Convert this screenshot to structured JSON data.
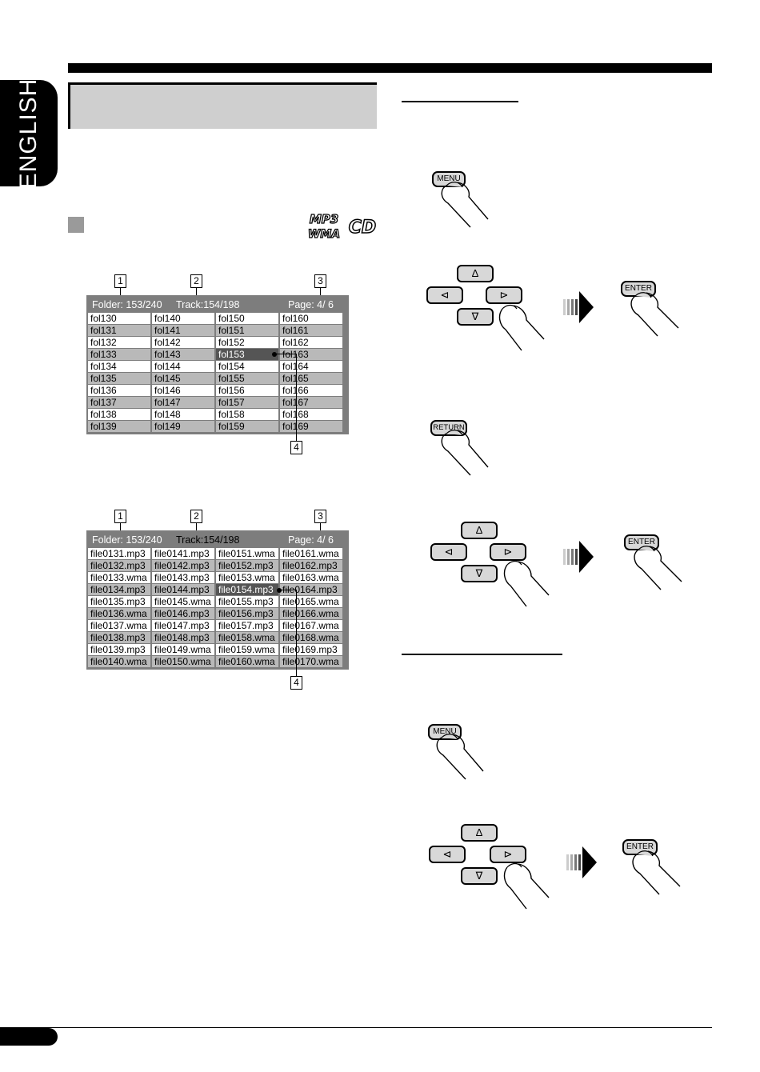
{
  "side_tab": {
    "label": "ENGLISH"
  },
  "logos": {
    "mp3_wma": "MP3 WMA",
    "cd": "CD"
  },
  "callouts": [
    "1",
    "2",
    "3",
    "4"
  ],
  "screen1": {
    "folder": "Folder: 153/240",
    "track": "Track:154/198",
    "page": "Page: 4/ 6",
    "columns": [
      [
        "fol130",
        "fol131",
        "fol132",
        "fol133",
        "fol134",
        "fol135",
        "fol136",
        "fol137",
        "fol138",
        "fol139"
      ],
      [
        "fol140",
        "fol141",
        "fol142",
        "fol143",
        "fol144",
        "fol145",
        "fol146",
        "fol147",
        "fol148",
        "fol149"
      ],
      [
        "fol150",
        "fol151",
        "fol152",
        "fol153",
        "fol154",
        "fol155",
        "fol156",
        "fol157",
        "fol158",
        "fol159"
      ],
      [
        "fol160",
        "fol161",
        "fol162",
        "fol163",
        "fol164",
        "fol165",
        "fol166",
        "fol167",
        "fol168",
        "fol169"
      ]
    ],
    "selected": "fol153"
  },
  "screen2": {
    "folder": "Folder: 153/240",
    "track": "Track:154/198",
    "page": "Page: 4/ 6",
    "columns": [
      [
        "file0131.mp3",
        "file0132.mp3",
        "file0133.wma",
        "file0134.mp3",
        "file0135.mp3",
        "file0136.wma",
        "file0137.wma",
        "file0138.mp3",
        "file0139.mp3",
        "file0140.wma"
      ],
      [
        "file0141.mp3",
        "file0142.mp3",
        "file0143.mp3",
        "file0144.mp3",
        "file0145.wma",
        "file0146.mp3",
        "file0147.mp3",
        "file0148.mp3",
        "file0149.wma",
        "file0150.wma"
      ],
      [
        "file0151.wma",
        "file0152.mp3",
        "file0153.wma",
        "file0154.mp3",
        "file0155.mp3",
        "file0156.mp3",
        "file0157.mp3",
        "file0158.wma",
        "file0159.wma",
        "file0160.wma"
      ],
      [
        "file0161.wma",
        "file0162.mp3",
        "file0163.wma",
        "file0164.mp3",
        "file0165.wma",
        "file0166.wma",
        "file0167.wma",
        "file0168.wma",
        "file0169.mp3",
        "file0170.wma"
      ]
    ],
    "selected": "file0154.mp3"
  },
  "buttons": {
    "menu": "MENU",
    "enter": "ENTER",
    "return": "RETURN",
    "up": "∆",
    "down": "∇",
    "left": "⊲",
    "right": "⊳"
  }
}
